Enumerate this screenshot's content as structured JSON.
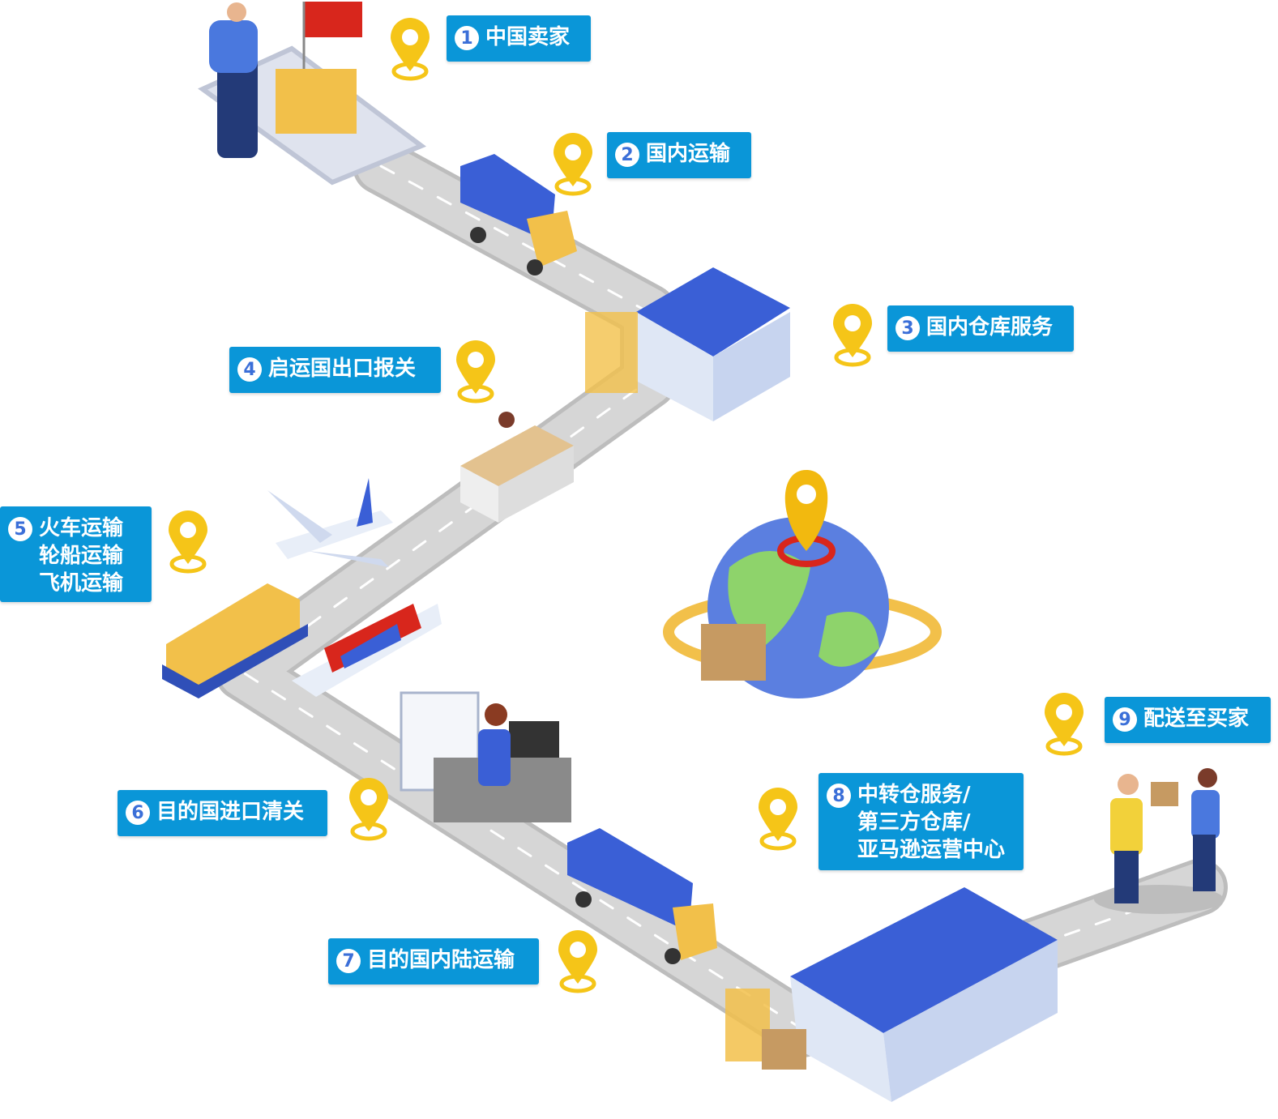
{
  "title": "跨境物流流程",
  "colors": {
    "label_bg": "#0a96d8",
    "road": "#c9c9c9",
    "pin": "#f5c518",
    "truck": "#3a5fd6",
    "box": "#f2c04a"
  },
  "steps": [
    {
      "num": "1",
      "lines": [
        "中国卖家"
      ]
    },
    {
      "num": "2",
      "lines": [
        "国内运输"
      ]
    },
    {
      "num": "3",
      "lines": [
        "国内仓库服务"
      ]
    },
    {
      "num": "4",
      "lines": [
        "启运国出口报关"
      ]
    },
    {
      "num": "5",
      "lines": [
        "火车运输",
        "轮船运输",
        "飞机运输"
      ]
    },
    {
      "num": "6",
      "lines": [
        "目的国进口清关"
      ]
    },
    {
      "num": "7",
      "lines": [
        "目的国内陆运输"
      ]
    },
    {
      "num": "8",
      "lines": [
        "中转仓服务/",
        "第三方仓库/",
        "亚马逊运营中心"
      ]
    },
    {
      "num": "9",
      "lines": [
        "配送至买家"
      ]
    }
  ]
}
